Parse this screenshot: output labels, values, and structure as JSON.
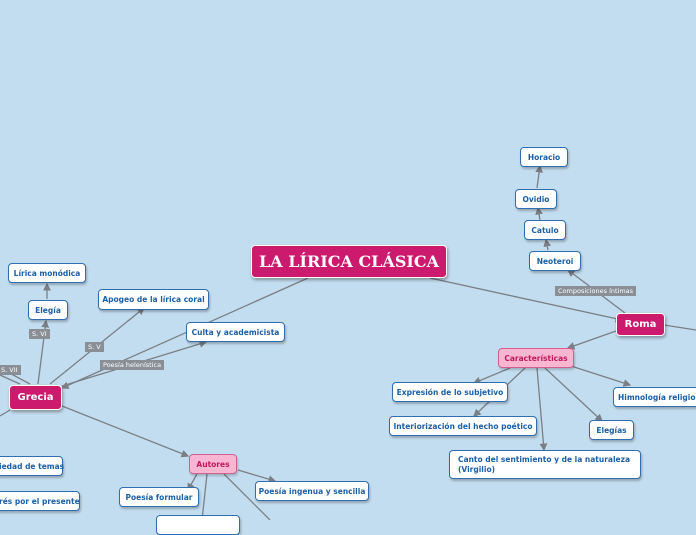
{
  "title": "LA LÍRICA CLÁSICA",
  "branches": {
    "grecia": "Grecia",
    "roma": "Roma"
  },
  "grecia": {
    "lirica_monodica": "Lírica monódica",
    "elegia": "Elegía",
    "apogeo": "Apogeo de la lírica coral",
    "culta": "Culta y academicista",
    "variedad": "iedad de temas",
    "interes": "rés por el presente",
    "autores": "Autores",
    "poesia_formular": "Poesía formular",
    "poesia_ingenua": "Poesía ingenua y sencilla"
  },
  "roma": {
    "horacio": "Horacio",
    "ovidio": "Ovidio",
    "catulo": "Catulo",
    "neoteroi": "Neoteroi",
    "caracteristicas": "Características",
    "expresion": "Expresión de lo subjetivo",
    "interiorizacion": "Interiorización del hecho poético",
    "elegias": "Elegías",
    "himnologia": "Himnología religios",
    "canto": "Canto del sentimiento y de la naturaleza (Virgilio)"
  },
  "tags": {
    "s_vi": "S. VI",
    "s_v": "S. V",
    "s_vii": "S. VII",
    "poesia_helenistica": "Poesía helenística",
    "composiciones_intimas": "Composiciones íntimas"
  },
  "colors": {
    "background": "#c3ddf0",
    "main": "#cc1a6e",
    "node_border": "#2f6fb0",
    "node_text": "#1b5fa6",
    "pink_fill": "#f9b6d0",
    "line": "#7a7f85"
  }
}
